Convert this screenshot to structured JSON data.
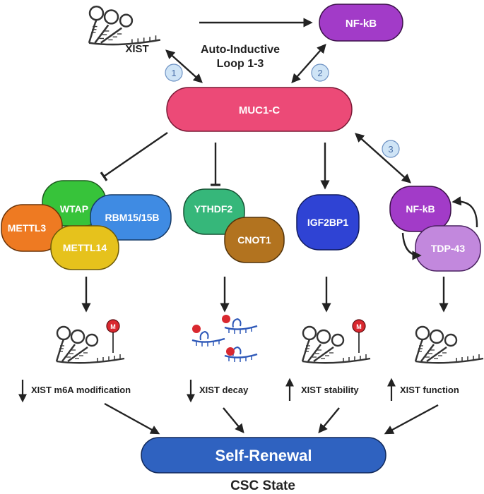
{
  "nodes": {
    "xist_top": "XIST",
    "nfkb_top": "NF-kB",
    "loop": [
      "Auto-Inductive",
      "Loop 1-3"
    ],
    "muc1c": "MUC1-C",
    "wtap": "WTAP",
    "mettl3": "METTL3",
    "rbm15": "RBM15/15B",
    "mettl14": "METTL14",
    "ythdf2": "YTHDF2",
    "cnot1": "CNOT1",
    "igf2bp1": "IGF2BP1",
    "nfkb_right": "NF-kB",
    "tdp43": "TDP-43",
    "self_renewal": "Self-Renewal",
    "csc_state": "CSC State"
  },
  "loop_numbers": [
    "1",
    "2",
    "3"
  ],
  "modification_mark": "M",
  "outcomes": [
    {
      "direction": "down",
      "label": "XIST m6A modification"
    },
    {
      "direction": "down",
      "label": "XIST decay"
    },
    {
      "direction": "up",
      "label": "XIST stability"
    },
    {
      "direction": "up",
      "label": "XIST function"
    }
  ],
  "colors": {
    "muc1c": "#ec4a77",
    "nfkb": "#a23bc8",
    "wtap": "#37c33a",
    "mettl3": "#ee7a22",
    "rbm15": "#3f8be3",
    "mettl14": "#e6c21c",
    "ythdf2": "#36b77a",
    "cnot1": "#b2731f",
    "igf2bp1": "#2f43d4",
    "tdp43": "#c288dd",
    "self_renewal": "#2f62c0",
    "rna_strand": "#333333",
    "decay_strand": "#2e58b8",
    "m6a_mark": "#d9282f",
    "number_circle": "#cfe4f6"
  }
}
